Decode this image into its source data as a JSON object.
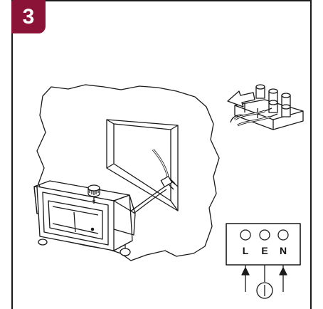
{
  "step": {
    "number": "3"
  },
  "colors": {
    "accent": "#8b1338",
    "line": "#1a1a1a"
  },
  "terminals": [
    {
      "label": "L"
    },
    {
      "label": "E"
    },
    {
      "label": "N"
    }
  ],
  "icons": [
    "terminal-block-icon",
    "push-arrow-icon",
    "wire-strip-icon",
    "ground-symbol-icon"
  ]
}
